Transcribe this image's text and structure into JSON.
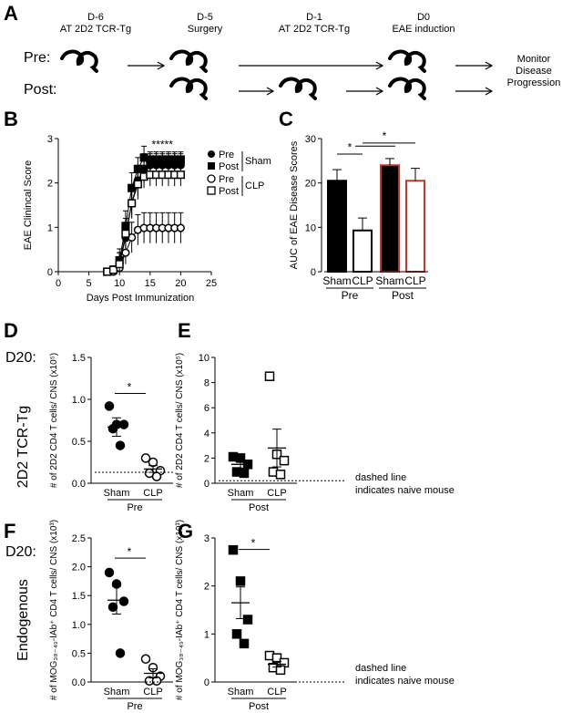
{
  "panel_labels": {
    "a": "A",
    "b": "B",
    "c": "C",
    "d": "D",
    "e": "E",
    "f": "F",
    "g": "G"
  },
  "timeline": {
    "steps": [
      {
        "day": "D-6",
        "event": "AT 2D2 TCR-Tg"
      },
      {
        "day": "D-5",
        "event": "Surgery"
      },
      {
        "day": "D-1",
        "event": "AT 2D2 TCR-Tg"
      },
      {
        "day": "D0",
        "event": "EAE induction"
      }
    ],
    "row_pre": "Pre:",
    "row_post": "Post:",
    "outcome": [
      "Monitor",
      "Disease",
      "Progression"
    ]
  },
  "side_labels": {
    "d20_top": "D20:",
    "tcr": "2D2 TCR-Tg",
    "d20_bottom": "D20:",
    "endogenous": "Endogenous"
  },
  "notes": {
    "dashed_line_e": [
      "dashed line",
      "indicates naive mouse"
    ],
    "dashed_line_g": [
      "dashed line",
      "indicates naive mouse"
    ]
  },
  "legend_b": {
    "pre": "Pre",
    "post": "Post",
    "sham": "Sham",
    "clp": "CLP"
  },
  "chart_data": [
    {
      "id": "B",
      "type": "line",
      "xlabel": "Days Post Immunization",
      "ylabel": "EAE Clinincal Score",
      "xlim": [
        0,
        25
      ],
      "ylim": [
        0,
        3.5
      ],
      "xticks": [
        "0",
        "5",
        "10",
        "15",
        "20",
        "25"
      ],
      "yticks": [
        "0",
        "1",
        "2",
        "3"
      ],
      "annotation": "*****",
      "x": [
        8,
        9,
        10,
        11,
        12,
        13,
        14,
        15,
        16,
        17,
        18,
        19,
        20
      ],
      "series": [
        {
          "name": "Pre Sham",
          "marker": "filled-circle",
          "values": [
            0,
            0.05,
            0.2,
            0.9,
            1.8,
            2.4,
            2.7,
            2.8,
            2.8,
            2.8,
            2.8,
            2.8,
            2.8
          ],
          "err": [
            0,
            0.1,
            0.3,
            0.4,
            0.4,
            0.4,
            0.4,
            0.3,
            0.3,
            0.3,
            0.3,
            0.3,
            0.3
          ]
        },
        {
          "name": "Post Sham",
          "marker": "filled-square",
          "values": [
            0,
            0.05,
            0.3,
            1.2,
            2.2,
            2.7,
            3.0,
            2.95,
            2.95,
            2.95,
            2.95,
            2.95,
            2.95
          ],
          "err": [
            0,
            0.1,
            0.3,
            0.4,
            0.4,
            0.3,
            0.3,
            0.2,
            0.2,
            0.2,
            0.2,
            0.2,
            0.2
          ]
        },
        {
          "name": "Pre CLP",
          "marker": "open-circle",
          "values": [
            0,
            0,
            0.1,
            0.5,
            0.9,
            1.1,
            1.15,
            1.15,
            1.15,
            1.15,
            1.15,
            1.15,
            1.15
          ],
          "err": [
            0,
            0,
            0.2,
            0.3,
            0.4,
            0.4,
            0.4,
            0.4,
            0.4,
            0.4,
            0.4,
            0.4,
            0.4
          ]
        },
        {
          "name": "Post CLP",
          "marker": "open-square",
          "values": [
            0,
            0.05,
            0.2,
            1.0,
            1.8,
            2.3,
            2.5,
            2.55,
            2.55,
            2.55,
            2.55,
            2.55,
            2.55
          ],
          "err": [
            0,
            0.1,
            0.3,
            0.4,
            0.4,
            0.4,
            0.3,
            0.3,
            0.3,
            0.3,
            0.3,
            0.3,
            0.3
          ]
        }
      ]
    },
    {
      "id": "C",
      "type": "bar",
      "ylabel": "AUC of EAE Disease Scores",
      "ylim": [
        0,
        30
      ],
      "yticks": [
        "0",
        "10",
        "20",
        "30"
      ],
      "categories": [
        "Sham",
        "CLP",
        "Sham",
        "CLP"
      ],
      "groups": [
        "Pre",
        "Post"
      ],
      "values": [
        20.5,
        9.3,
        24.0,
        20.5
      ],
      "err": [
        2.5,
        2.8,
        1.5,
        2.8
      ],
      "fills": [
        "#000000",
        "#ffffff",
        "#000000",
        "#ffffff"
      ],
      "edges": [
        "#000000",
        "#000000",
        "#c0392b",
        "#c0392b"
      ],
      "significance": [
        "*",
        "*"
      ]
    },
    {
      "id": "D",
      "type": "scatter",
      "ylabel": "# of 2D2 CD4 T cells/ CNS (x10⁵)",
      "ylim": [
        0,
        1.5
      ],
      "yticks": [
        "0.0",
        "0.5",
        "1.0",
        "1.5"
      ],
      "categories": [
        "Sham",
        "CLP"
      ],
      "group": "Pre",
      "points": [
        {
          "group": 0,
          "marker": "filled-circle",
          "values": [
            0.92,
            0.7,
            0.7,
            0.65,
            0.45
          ]
        },
        {
          "group": 1,
          "marker": "open-circle",
          "values": [
            0.3,
            0.25,
            0.15,
            0.12,
            0.08
          ]
        }
      ],
      "means": [
        0.67,
        0.17
      ],
      "sem": [
        0.11,
        0.04
      ],
      "baseline": 0.13,
      "significance": "*"
    },
    {
      "id": "E",
      "type": "scatter",
      "ylabel": "# of 2D2 CD4 T cells/ CNS (x10⁵)",
      "ylim": [
        0,
        10
      ],
      "yticks": [
        "0",
        "2",
        "4",
        "6",
        "8",
        "10"
      ],
      "categories": [
        "Sham",
        "CLP"
      ],
      "group": "Post",
      "points": [
        {
          "group": 0,
          "marker": "filled-square",
          "values": [
            2.1,
            2.0,
            1.5,
            0.9,
            0.8
          ]
        },
        {
          "group": 1,
          "marker": "open-square",
          "values": [
            8.5,
            2.3,
            1.8,
            0.9,
            0.7
          ]
        }
      ],
      "means": [
        1.5,
        2.8
      ],
      "sem": [
        0.3,
        1.5
      ],
      "baseline": 0.2
    },
    {
      "id": "F",
      "type": "scatter",
      "ylabel": "# of MOG₃₈₋₄₉-IAb⁺ CD4 T cells/ CNS (x10³)",
      "ylim": [
        0,
        2.5
      ],
      "yticks": [
        "0.0",
        "0.5",
        "1.0",
        "1.5",
        "2.0",
        "2.5"
      ],
      "categories": [
        "Sham",
        "CLP"
      ],
      "group": "Pre",
      "points": [
        {
          "group": 0,
          "marker": "filled-circle",
          "values": [
            1.9,
            1.7,
            1.4,
            1.3,
            0.5
          ]
        },
        {
          "group": 1,
          "marker": "open-circle",
          "values": [
            0.4,
            0.25,
            0.1,
            0.02,
            0.02
          ]
        }
      ],
      "means": [
        1.42,
        0.15
      ],
      "sem": [
        0.24,
        0.08
      ],
      "baseline": 0.0,
      "significance": "*"
    },
    {
      "id": "G",
      "type": "scatter",
      "ylabel": "# of MOG₃₈₋₄₉-IAb⁺ CD4 T cells/ CNS (x10³)",
      "ylim": [
        0,
        3
      ],
      "yticks": [
        "0",
        "1",
        "2",
        "3"
      ],
      "categories": [
        "Sham",
        "CLP"
      ],
      "group": "Post",
      "points": [
        {
          "group": 0,
          "marker": "filled-square",
          "values": [
            2.75,
            2.1,
            1.3,
            1.0,
            0.8
          ]
        },
        {
          "group": 1,
          "marker": "open-square",
          "values": [
            0.55,
            0.5,
            0.4,
            0.3,
            0.25
          ]
        }
      ],
      "means": [
        1.65,
        0.37
      ],
      "sem": [
        0.33,
        0.06
      ],
      "baseline": 0.0,
      "significance": "*"
    }
  ]
}
